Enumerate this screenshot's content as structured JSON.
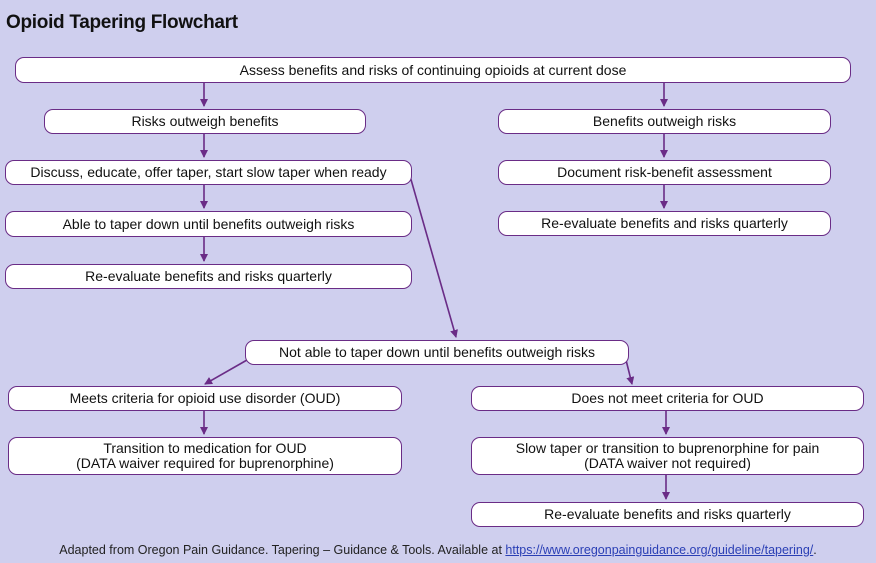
{
  "title": "Opioid Tapering Flowchart",
  "nodes": {
    "assess": "Assess benefits and risks of continuing opioids at current dose",
    "risks_outweigh": "Risks outweigh benefits",
    "benefits_outweigh": "Benefits outweigh risks",
    "discuss": "Discuss, educate, offer taper, start slow taper when ready",
    "document": "Document risk-benefit assessment",
    "able_taper": "Able to taper down until benefits outweigh risks",
    "reeval_right": "Re-evaluate benefits and risks quarterly",
    "reeval_left": "Re-evaluate benefits and risks quarterly",
    "not_able": "Not able to taper down until benefits outweigh risks",
    "meets_oud": "Meets criteria for opioid use disorder (OUD)",
    "not_meet_oud": "Does not meet criteria for OUD",
    "transition_line1": "Transition to medication for OUD",
    "transition_line2": "(DATA waiver required for buprenorphine)",
    "slow_taper_line1": "Slow taper or transition to buprenorphine for pain",
    "slow_taper_line2": "(DATA waiver not required)",
    "reeval_bottom": "Re-evaluate benefits and risks quarterly"
  },
  "footer": {
    "text": "Adapted from Oregon Pain Guidance. Tapering – Guidance & Tools. Available at ",
    "link": "https://www.oregonpainguidance.org/guideline/tapering/",
    "end": "."
  },
  "colors": {
    "background": "#cfcfee",
    "border": "#6a2c86",
    "arrow": "#6a2c86"
  }
}
